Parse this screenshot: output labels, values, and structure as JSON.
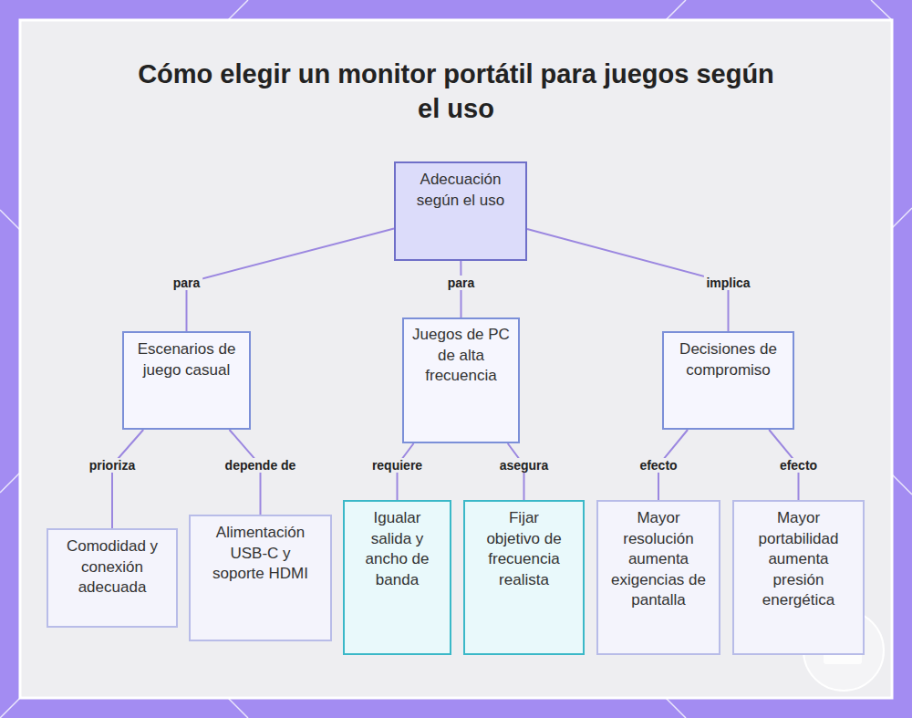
{
  "diagram": {
    "title": "Cómo elegir un monitor portátil para juegos según el uso",
    "nodes": [
      {
        "text": [
          "Adecuación según el uso"
        ]
      },
      {
        "text": [
          "Escenarios de juego casual"
        ]
      },
      {
        "text": [
          "Juegos de PC de alta frecuencia"
        ]
      },
      {
        "text": [
          "Decisiones de compromiso"
        ]
      },
      {
        "text": [
          "Comodidad y conexión adecuada"
        ]
      },
      {
        "text": [
          "Alimentación USB-C y soporte HDMI"
        ]
      },
      {
        "text": [
          "Igualar salida y ancho de banda"
        ]
      },
      {
        "text": [
          "Fijar objetivo de frecuencia realista"
        ]
      },
      {
        "text": [
          "Mayor resolución aumenta exigencias de pantalla"
        ]
      },
      {
        "text": [
          "Mayor portabilidad aumenta presión energética"
        ]
      }
    ],
    "edges": [
      {
        "from": 0,
        "to": 1,
        "label": "para",
        "arrow": "none"
      },
      {
        "from": 0,
        "to": 2,
        "label": "para",
        "arrow": "none"
      },
      {
        "from": 0,
        "to": 3,
        "label": "implica",
        "arrow": "none"
      },
      {
        "from": 1,
        "to": 4,
        "label": "prioriza",
        "arrow": "none"
      },
      {
        "from": 1,
        "to": 5,
        "label": "depende de",
        "arrow": "none"
      },
      {
        "from": 2,
        "to": 6,
        "label": "requiere",
        "arrow": "none"
      },
      {
        "from": 2,
        "to": 7,
        "label": "asegura",
        "arrow": "none"
      },
      {
        "from": 3,
        "to": 8,
        "label": "efecto",
        "arrow": "none"
      },
      {
        "from": 3,
        "to": 9,
        "label": "efecto",
        "arrow": "none"
      }
    ]
  }
}
